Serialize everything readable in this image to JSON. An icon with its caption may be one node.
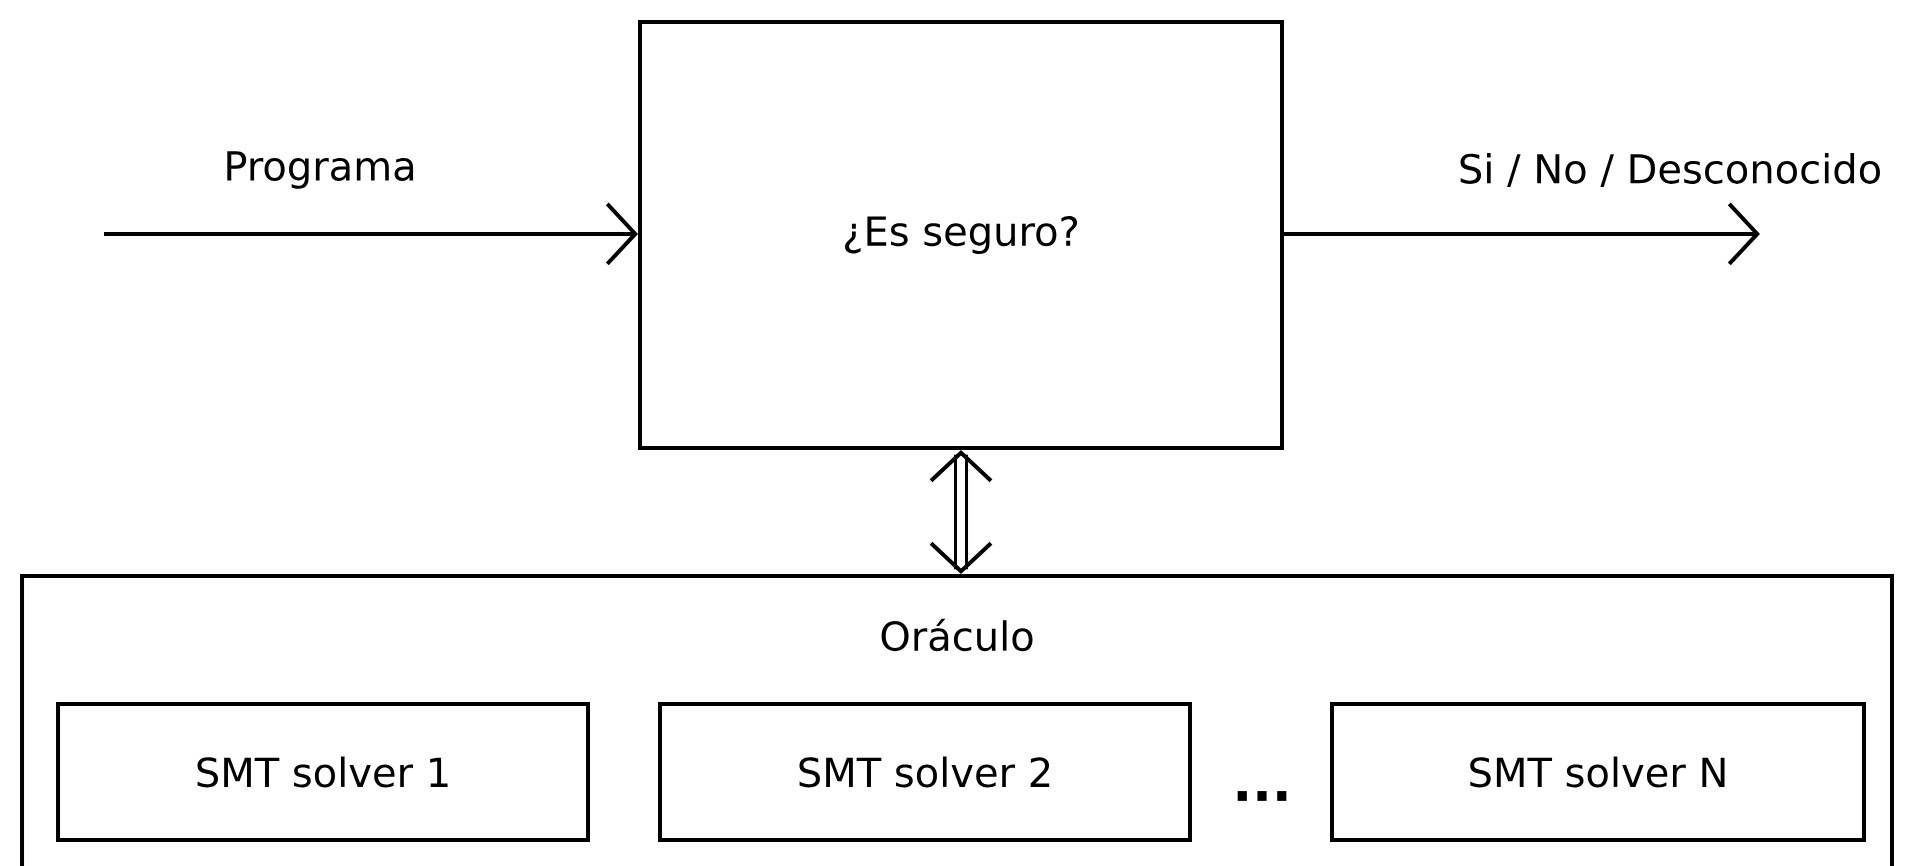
{
  "diagram": {
    "nodes": [
      {
        "text": [
          "¿Es seguro?"
        ]
      },
      {
        "text": [
          "Oráculo"
        ]
      },
      {
        "text": [
          "SMT solver 1"
        ],
        "in": 1
      },
      {
        "text": [
          "SMT solver 2"
        ],
        "in": 1
      },
      {
        "text": [
          "SMT solver N"
        ],
        "in": 1
      }
    ],
    "edges": [
      {
        "from": null,
        "to": 0,
        "arrow": "to",
        "label": "Programa"
      },
      {
        "from": 0,
        "to": null,
        "arrow": "to",
        "label": "Si / No / Desconocido"
      },
      {
        "from": 0,
        "to": 1,
        "arrow": "both",
        "style": "thick"
      }
    ],
    "labels": [
      "..."
    ]
  }
}
